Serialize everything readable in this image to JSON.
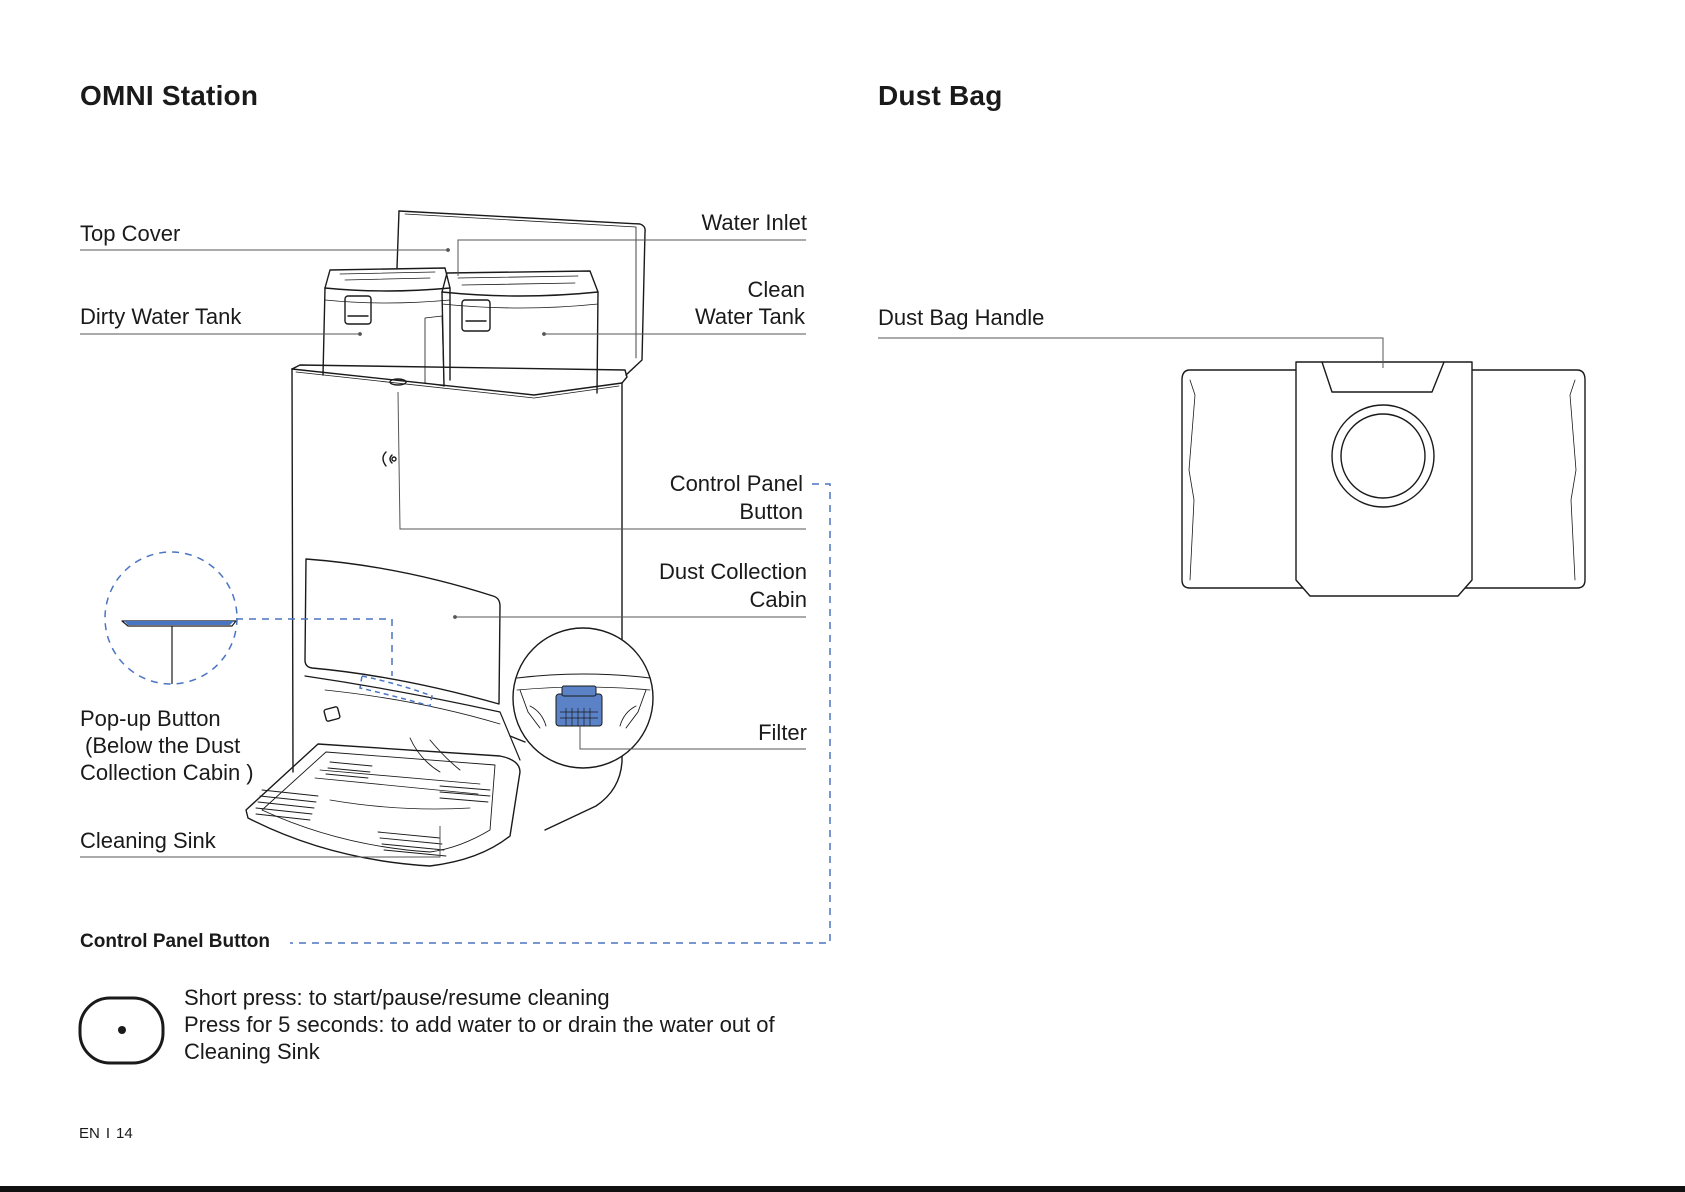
{
  "sections": {
    "omni_title": "OMNI Station",
    "dustbag_title": "Dust Bag"
  },
  "labels": {
    "top_cover": "Top Cover",
    "dirty_water_tank": "Dirty Water Tank",
    "water_inlet": "Water Inlet",
    "clean_water_tank_line1": "Clean",
    "clean_water_tank_line2": "Water Tank",
    "control_panel_line1": "Control Panel",
    "control_panel_line2": "Button",
    "dust_collection_line1": "Dust Collection",
    "dust_collection_line2": "Cabin",
    "filter": "Filter",
    "popup_line1": "Pop-up Button",
    "popup_line2": "(Below the Dust",
    "popup_line3": "Collection Cabin )",
    "cleaning_sink": "Cleaning Sink",
    "dust_bag_handle": "Dust Bag Handle"
  },
  "control_panel": {
    "title": "Control Panel Button",
    "line1": "Short press: to start/pause/resume cleaning",
    "line2": "Press for 5 seconds: to add water to or drain the water out of",
    "line3": "Cleaning Sink"
  },
  "footer": {
    "lang": "EN",
    "separator": "I",
    "page": "14"
  },
  "colors": {
    "accent_blue": "#4a74c4",
    "line_gray": "#555555",
    "text": "#1a1a1a"
  }
}
